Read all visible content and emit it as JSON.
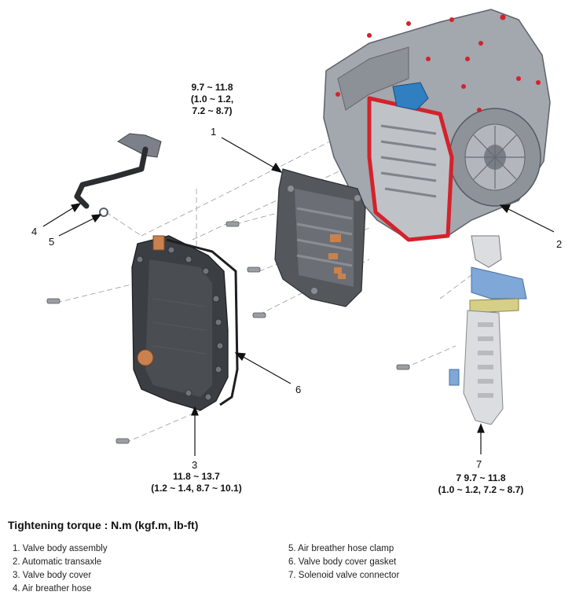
{
  "callouts": {
    "c1": "1",
    "c2": "2",
    "c3": "3",
    "c4": "4",
    "c5": "5",
    "c6": "6",
    "c7": "7"
  },
  "torque_1": {
    "line1": "9.7 ~ 11.8",
    "line2": "(1.0 ~ 1.2,",
    "line3": "7.2 ~ 8.7)"
  },
  "torque_3": {
    "line1": "11.8 ~ 13.7",
    "line2": "(1.2 ~ 1.4, 8.7 ~ 10.1)"
  },
  "torque_7": {
    "line1": "7 9.7 ~ 11.8",
    "line2": "(1.0 ~ 1.2, 7.2 ~ 8.7)"
  },
  "legend": {
    "title": "Tightening torque : N.m (kgf.m, lb-ft)",
    "items_left": [
      "1. Valve body assembly",
      "2. Automatic transaxle",
      "3. Valve body cover",
      "4. Air breather hose"
    ],
    "items_right": [
      "5. Air breather hose clamp",
      "6. Valve body cover gasket",
      "7. Solenoid valve connector"
    ]
  },
  "colors": {
    "housing": "#9a9ea6",
    "housing_dark": "#6e737b",
    "gasket_red": "#d4222b",
    "cover_dark": "#3b3e42",
    "copper": "#c9824f",
    "blue_part": "#2f7fc1",
    "connector_light": "#dcdde0",
    "flex_blue": "#7fa8d8",
    "flex_yellow": "#d6cf88"
  }
}
